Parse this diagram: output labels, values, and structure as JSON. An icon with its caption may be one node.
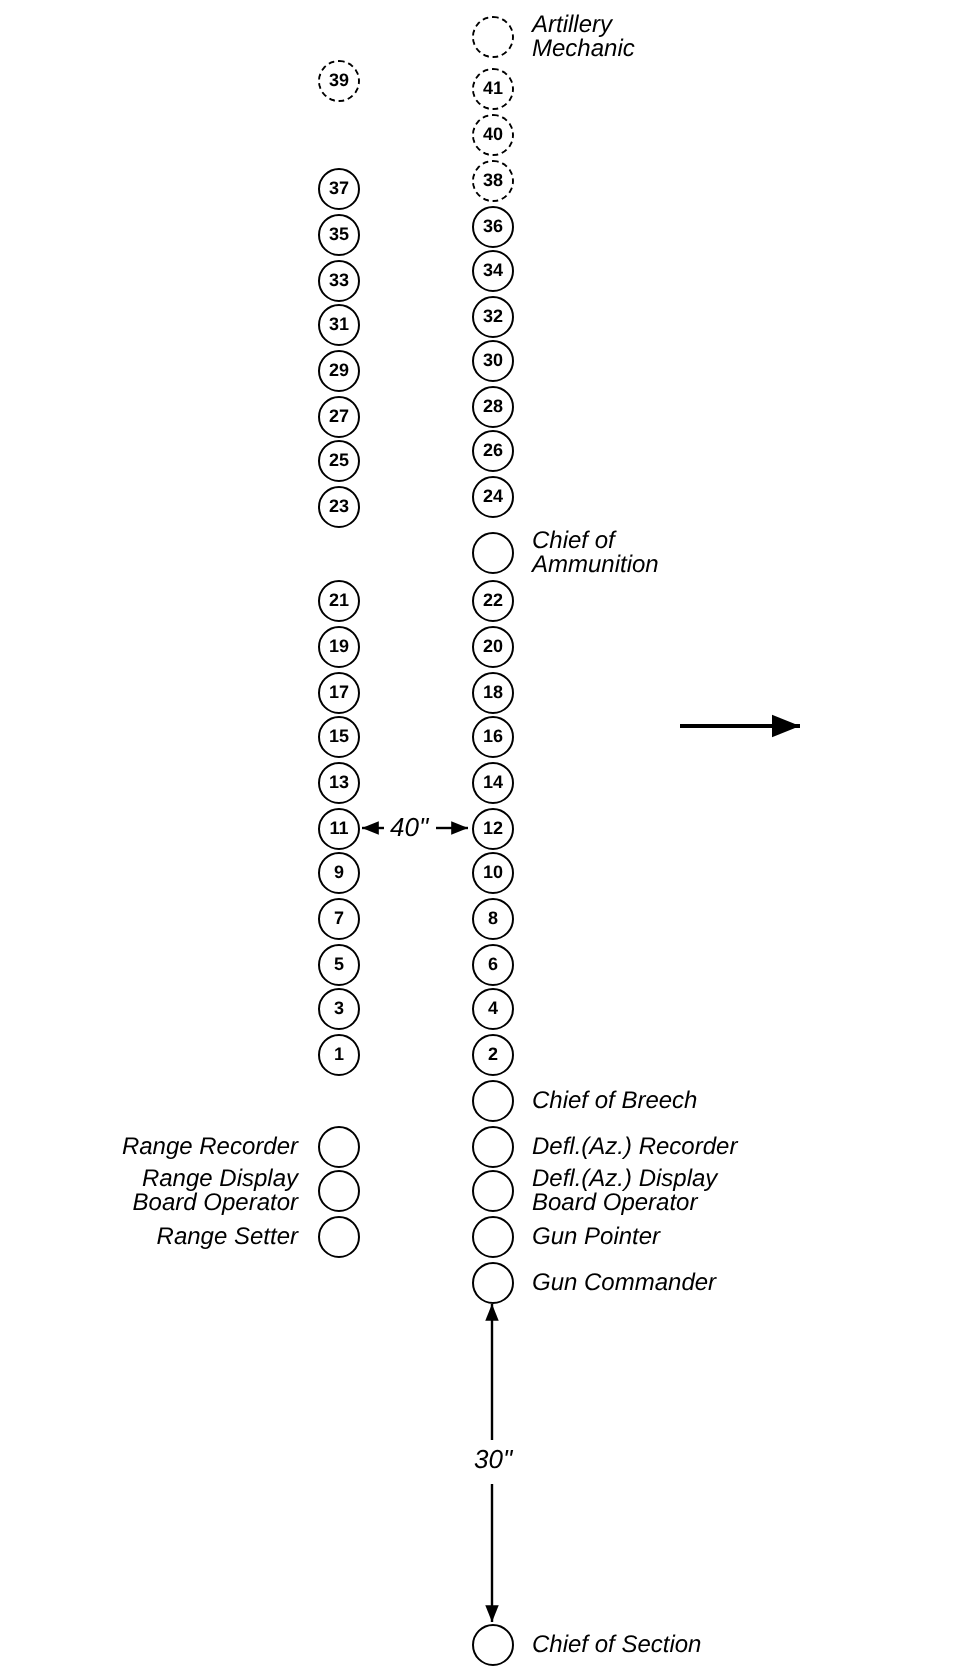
{
  "diagram": {
    "nodes": [
      {
        "text": [
          "39"
        ]
      },
      {
        "text": [
          "37"
        ]
      },
      {
        "text": [
          "35"
        ]
      },
      {
        "text": [
          "33"
        ]
      },
      {
        "text": [
          "31"
        ]
      },
      {
        "text": [
          "29"
        ]
      },
      {
        "text": [
          "27"
        ]
      },
      {
        "text": [
          "25"
        ]
      },
      {
        "text": [
          "23"
        ]
      },
      {
        "text": [
          "21"
        ]
      },
      {
        "text": [
          "19"
        ]
      },
      {
        "text": [
          "17"
        ]
      },
      {
        "text": [
          "15"
        ]
      },
      {
        "text": [
          "13"
        ]
      },
      {
        "text": [
          "11"
        ]
      },
      {
        "text": [
          "9"
        ]
      },
      {
        "text": [
          "7"
        ]
      },
      {
        "text": [
          "5"
        ]
      },
      {
        "text": [
          "3"
        ]
      },
      {
        "text": [
          "1"
        ]
      },
      {
        "text": [],
        "shape": "circle",
        "beside": [
          "Range Recorder"
        ]
      },
      {
        "text": [],
        "shape": "circle",
        "beside": [
          "Range Display Board Operator"
        ]
      },
      {
        "text": [],
        "shape": "circle",
        "beside": [
          "Range Setter"
        ]
      },
      {
        "text": [],
        "shape": "circle",
        "beside": [
          "Artillery Mechanic"
        ]
      },
      {
        "text": [
          "41"
        ]
      },
      {
        "text": [
          "40"
        ]
      },
      {
        "text": [
          "38"
        ]
      },
      {
        "text": [
          "36"
        ]
      },
      {
        "text": [
          "34"
        ]
      },
      {
        "text": [
          "32"
        ]
      },
      {
        "text": [
          "30"
        ]
      },
      {
        "text": [
          "28"
        ]
      },
      {
        "text": [
          "26"
        ]
      },
      {
        "text": [
          "24"
        ]
      },
      {
        "text": [],
        "shape": "circle",
        "beside": [
          "Chief of Ammunition"
        ]
      },
      {
        "text": [
          "22"
        ]
      },
      {
        "text": [
          "20"
        ]
      },
      {
        "text": [
          "18"
        ]
      },
      {
        "text": [
          "16"
        ]
      },
      {
        "text": [
          "14"
        ]
      },
      {
        "text": [
          "12"
        ]
      },
      {
        "text": [
          "10"
        ]
      },
      {
        "text": [
          "8"
        ]
      },
      {
        "text": [
          "6"
        ]
      },
      {
        "text": [
          "4"
        ]
      },
      {
        "text": [
          "2"
        ]
      },
      {
        "text": [],
        "shape": "circle",
        "beside": [
          "Chief of Breech"
        ]
      },
      {
        "text": [],
        "shape": "circle",
        "beside": [
          "Defl.(Az.) Recorder"
        ]
      },
      {
        "text": [],
        "shape": "circle",
        "beside": [
          "Defl.(Az.) Display Board Operator"
        ]
      },
      {
        "text": [],
        "shape": "circle",
        "beside": [
          "Gun Pointer"
        ]
      },
      {
        "text": [],
        "shape": "circle",
        "beside": [
          "Gun Commander"
        ]
      },
      {
        "text": [],
        "shape": "circle",
        "beside": [
          "Chief of Section"
        ]
      }
    ],
    "labels": [
      "40\"",
      "30\""
    ]
  }
}
